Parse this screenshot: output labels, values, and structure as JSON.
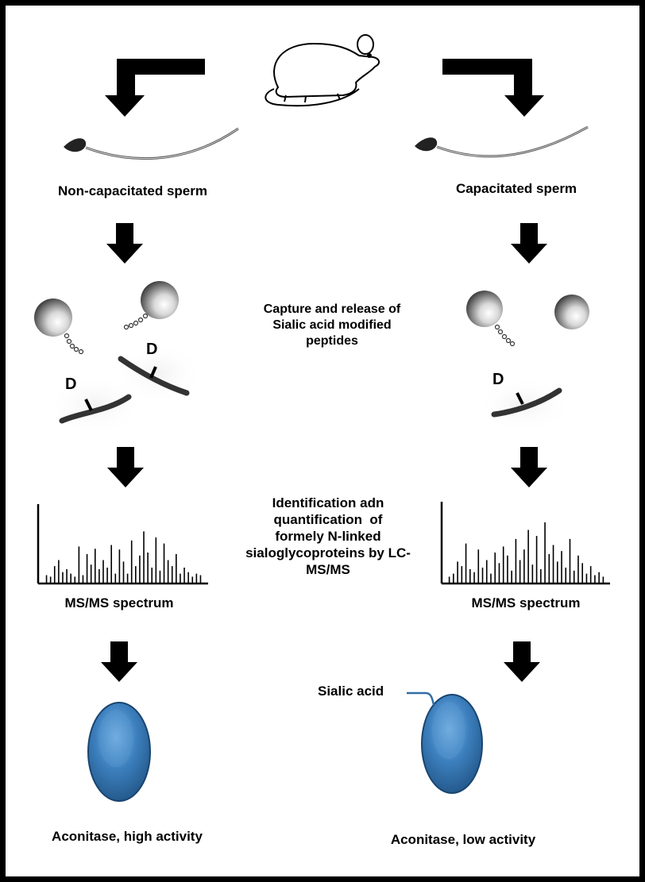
{
  "left_column": {
    "sperm_label": "Non-capacitated sperm",
    "spectrum_label": "MS/MS spectrum",
    "protein_label": "Aconitase, high activity",
    "peptide_letter_a": "D",
    "peptide_letter_b": "D"
  },
  "right_column": {
    "sperm_label": "Capacitated sperm",
    "spectrum_label": "MS/MS spectrum",
    "protein_label": "Aconitase, low activity",
    "sialic_label": "Sialic acid",
    "peptide_letter": "D"
  },
  "center": {
    "capture_lines": [
      "Capture and release of",
      "Sialic acid modified",
      "peptides"
    ],
    "ident_lines": [
      "Identification adn",
      "quantification  of",
      "formely N-linked",
      "sialoglycoproteins by LC-",
      "MS/MS"
    ]
  },
  "colors": {
    "protein_blue": "#2f6ea6",
    "sialic_line": "#2f6ea6",
    "arrow": "#000000"
  },
  "icons": [
    "mouse-icon",
    "sperm-icon",
    "bead-icon",
    "peptide-icon",
    "spectrum-icon",
    "protein-icon",
    "arrow-down-icon"
  ]
}
